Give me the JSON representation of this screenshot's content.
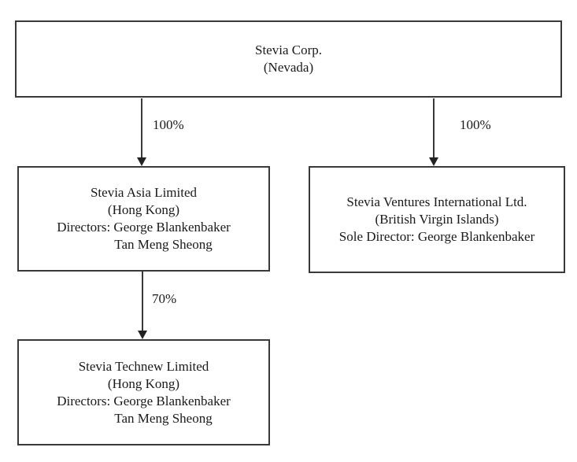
{
  "diagram": {
    "nodes": {
      "corp": {
        "lines": [
          "Stevia Corp.",
          "(Nevada)"
        ]
      },
      "asia": {
        "lines": [
          "Stevia Asia Limited",
          "(Hong Kong)",
          "Directors: George Blankenbaker",
          "Tan Meng Sheong"
        ]
      },
      "ventures": {
        "lines": [
          "Stevia Ventures International Ltd.",
          "(British Virgin Islands)",
          "Sole Director: George Blankenbaker"
        ]
      },
      "technew": {
        "lines": [
          "Stevia Technew Limited",
          "(Hong Kong)",
          "Directors: George Blankenbaker",
          "Tan Meng Sheong"
        ]
      }
    },
    "edges": {
      "corp_to_asia": {
        "from": "corp",
        "to": "asia",
        "label": "100%"
      },
      "corp_to_ventures": {
        "from": "corp",
        "to": "ventures",
        "label": "100%"
      },
      "asia_to_technew": {
        "from": "asia",
        "to": "technew",
        "label": "70%"
      }
    },
    "colors": {
      "line": "#3a3a3a",
      "text": "#1a1a1a",
      "background": "#ffffff"
    }
  }
}
